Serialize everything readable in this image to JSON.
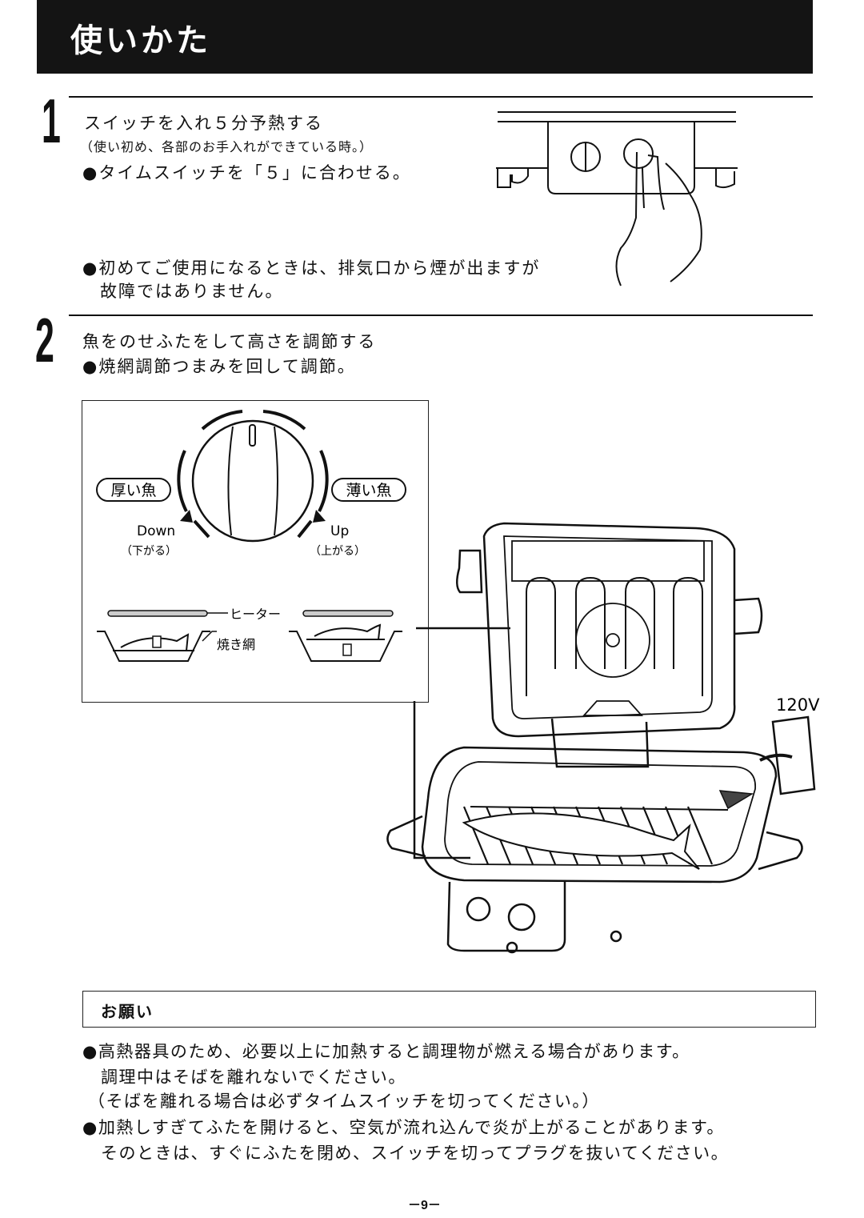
{
  "header": {
    "title": "使いかた"
  },
  "step1": {
    "number": "1",
    "title": "スイッチを入れ５分予熱する",
    "note": "（使い初め、各部のお手入れができている時。）",
    "bullet1": "●タイムスイッチを「５」に合わせる。",
    "bullet2_line1": "●初めてご使用になるときは、排気口から煙が出ますが",
    "bullet2_line2": "故障ではありません。"
  },
  "step2": {
    "number": "2",
    "title": "魚をのせふたをして高さを調節する",
    "bullet1": "●焼網調節つまみを回して調節。"
  },
  "dial_diagram": {
    "left_label": "厚い魚",
    "right_label": "薄い魚",
    "down_label": "Down",
    "down_sub": "（下がる）",
    "up_label": "Up",
    "up_sub": "（上がる）",
    "heater_label": "ヒーター",
    "grill_label": "焼き網"
  },
  "appliance": {
    "voltage_label": "120V"
  },
  "notice": {
    "heading": "お願い",
    "line1": "●高熱器具のため、必要以上に加熱すると調理物が燃える場合があります。",
    "line2": "調理中はそばを離れないでください。",
    "line3": "（そばを離れる場合は必ずタイムスイッチを切ってください。）",
    "line4": "●加熱しすぎてふたを開けると、空気が流れ込んで炎が上がることがあります。",
    "line5": "そのときは、すぐにふたを閉め、スイッチを切ってプラグを抜いてください。"
  },
  "page_number": "－9－"
}
